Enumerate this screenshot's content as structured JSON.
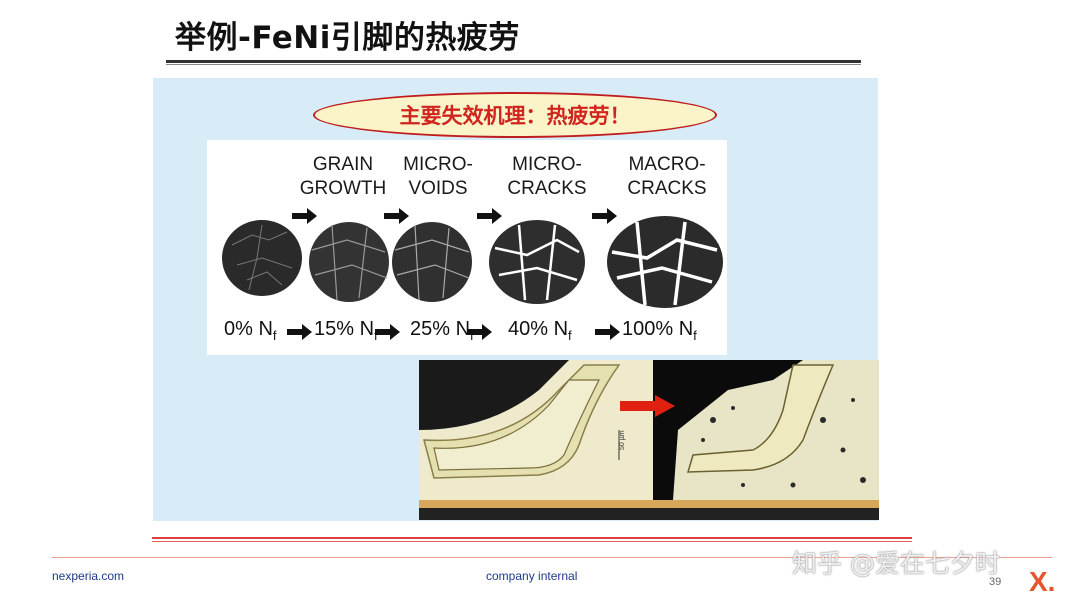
{
  "slide": {
    "title": "举例-FeNi引脚的热疲劳",
    "callout": "主要失效机理：热疲劳！",
    "stages": [
      {
        "label": "GRAIN\nGROWTH",
        "percent": "15%"
      },
      {
        "label": "MICRO-\nVOIDS",
        "percent": "25%"
      },
      {
        "label": "MICRO-\nCRACKS",
        "percent": "40%"
      },
      {
        "label": "MACRO-\nCRACKS",
        "percent": "100%"
      }
    ],
    "initial_percent": "0%",
    "cycles_symbol": "N",
    "cycles_subscript": "f",
    "scale_bar": "50 µm"
  },
  "footer": {
    "website": "nexperia.com",
    "classification": "company internal",
    "page_number": "39",
    "logo_text": "X.",
    "watermark": "知乎 @爱在七夕时"
  },
  "colors": {
    "panel": "#d8ecf8",
    "callout_text": "#d0241e",
    "callout_bg": "#fbf4c8",
    "footer_text": "#1f3a8a",
    "logo": "#e4572e",
    "arrow_red": "#e02010"
  }
}
